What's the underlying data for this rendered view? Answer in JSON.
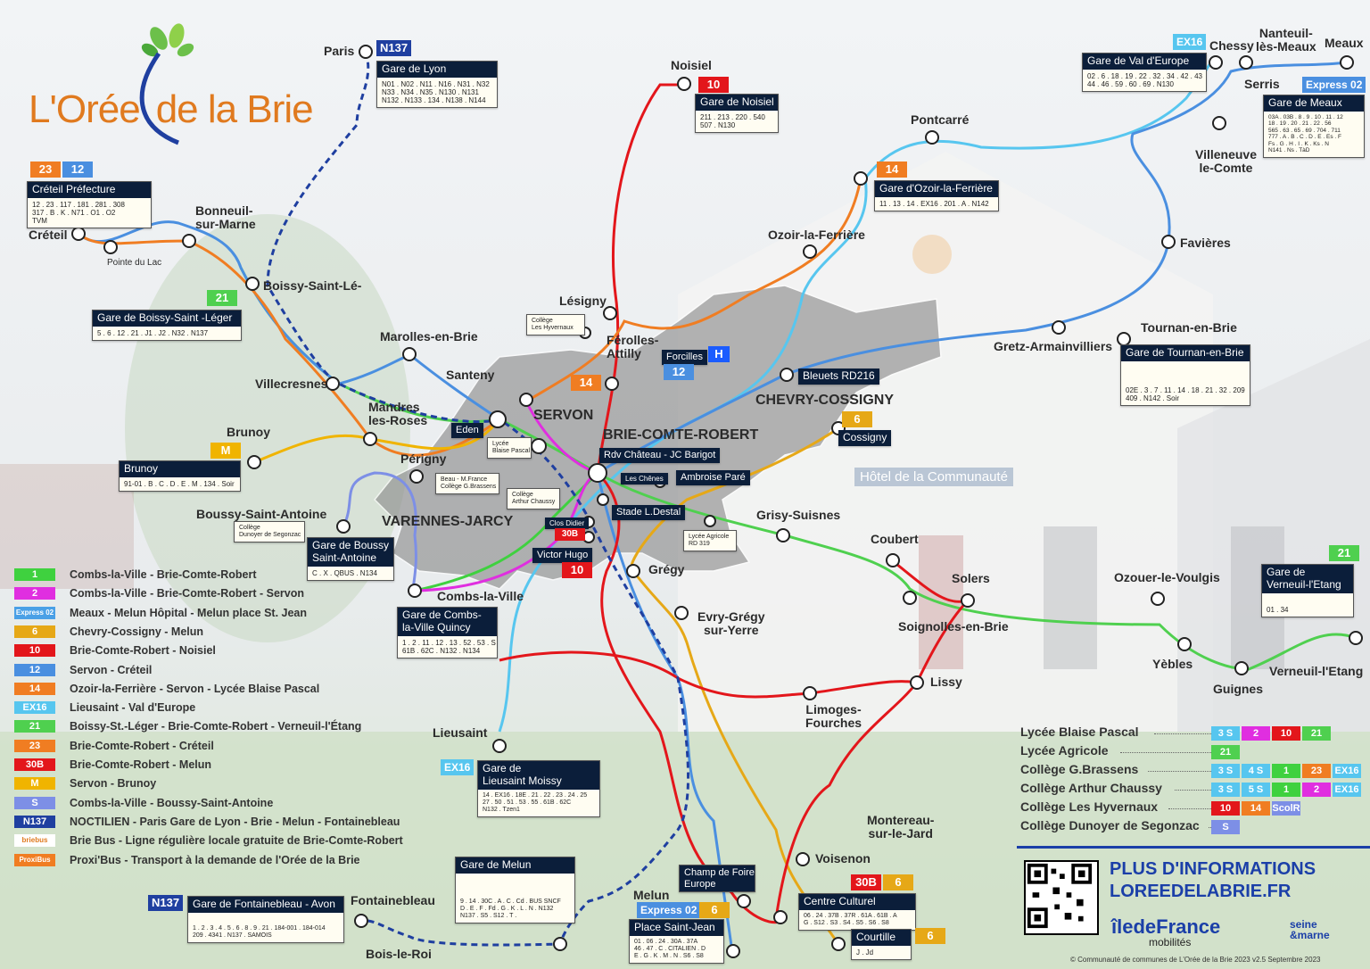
{
  "logo": {
    "text_a": "L'Orée",
    "text_b": "de la Brie"
  },
  "building_sign": "Hôtel de la Communauté",
  "towns": {
    "paris": "Paris",
    "creteil": "Créteil",
    "pointe_du_lac": "Pointe du Lac",
    "bonneuil": "Bonneuil-\nsur-Marne",
    "boissy": "Boissy-Saint-Lé-",
    "villecresnes": "Villecresnes",
    "marolles": "Marolles-en-Brie",
    "santeny": "Santeny",
    "mandres": "Mandres\nles-Roses",
    "brunoy": "Brunoy",
    "perigny": "Périgny",
    "boussy": "Boussy-Saint-Antoine",
    "varennes": "VARENNES-JARCY",
    "combs": "Combs-la-Ville",
    "servon": "SERVON",
    "bcr": "BRIE-COMTE-ROBERT",
    "lesigny": "Lésigny",
    "ferolles": "Férolles-\nAttilly",
    "noisiel": "Noisiel",
    "pontcarre": "Pontcarré",
    "ozoir": "Ozoir-la-Ferrière",
    "chevry": "CHEVRY-COSSIGNY",
    "bleuets": "Bleuets RD216",
    "cossigny": "Cossigny",
    "gretz": "Gretz-Armainvilliers",
    "tournan": "Tournan-en-Brie",
    "favieres": "Favières",
    "villeneuve": "Villeneuve\nle-Comte",
    "chessy": "Chessy",
    "serris": "Serris",
    "nanteuil": "Nanteuil-\nlès-Meaux",
    "meaux": "Meaux",
    "grisy": "Grisy-Suisnes",
    "coubert": "Coubert",
    "solers": "Solers",
    "soignolles": "Soignolles-en-Brie",
    "ozouer": "Ozouer-le-Voulgis",
    "yebles": "Yèbles",
    "guignes": "Guignes",
    "verneuil": "Verneuil-l'Etang",
    "lissy": "Lissy",
    "limoges": "Limoges-\nFourches",
    "gregy": "Grégy",
    "evry": "Evry-Grégy\nsur-Yerre",
    "lieusaint": "Lieusaint",
    "montereau": "Montereau-\nsur-le-Jard",
    "voisenon": "Voisenon",
    "melun": "Melun",
    "fontainebleau": "Fontainebleau",
    "boisleroi": "Bois-le-Roi",
    "forcilles": "Forcilles",
    "rdv": "Rdv Château - JC Barigot",
    "ambroise": "Ambroise Paré",
    "stade": "Stade L.Destal",
    "victor": "Victor Hugo",
    "eden": "Eden",
    "clos": "Clos Didier",
    "chenes": "Les Chênes"
  },
  "stations": {
    "lyon": {
      "title": "Gare de Lyon",
      "lines": "N01 . N02 . N11 . N16 . N31 . N32\nN33 . N34 . N35 . N130 . N131\nN132 . N133 . 134 . N138 . N144"
    },
    "creteil": {
      "title": "Créteil Préfecture",
      "lines": "12 . 23 . 117 . 181 . 281 . 308\n317 . B . K . N71 . O1 . O2\nTVM"
    },
    "boissy": {
      "title": "Gare de Boissy-Saint -Léger",
      "lines": "5 . 6 . 12 . 21 . J1 . J2 . N32 . N137"
    },
    "brunoy": {
      "title": "Brunoy",
      "lines": "91-01 . B . C . D . E . M . 134 . Soir"
    },
    "boussy": {
      "title": "Gare de Boussy\nSaint-Antoine",
      "lines": "C . X . QBUS . N134"
    },
    "combs": {
      "title": "Gare de Combs-\nla-Ville Quincy",
      "lines": "1 . 2 . 11 . 12 . 13 . 52 . 53 . S\n61B . 62C . N132 . N134"
    },
    "noisiel": {
      "title": "Gare de Noisiel",
      "lines": "211 . 213 . 220 . 540\n507 . N130"
    },
    "ozoir": {
      "title": "Gare d'Ozoir-la-Ferrière",
      "lines": "11 . 13 . 14 . EX16 . 201 . A . N142"
    },
    "valeurope": {
      "title": "Gare de Val d'Europe",
      "lines": "02 . 6 . 18 . 19 . 22 . 32 . 34 . 42 . 43\n44 . 46 . 59 . 60 . 69 . N130"
    },
    "meaux": {
      "title": "Gare de Meaux",
      "lines": "03A . 03B . 8 . 9 . 10 . 11 . 12\n18 . 19 . 20 . 21 . 22 . 56\n565 . 63 . 65 . 69 . 704 . 711\n777 . A . B . C . D . E . Es . F\nFs . G . H . I . K . Ks . N\nN141 . Ns . TàD"
    },
    "tournan": {
      "title": "Gare de Tournan-en-Brie",
      "lines": "02E . 3 . 7 . 11 . 14 . 18 . 21 . 32 . 209\n409 . N142 . Soir"
    },
    "verneuil": {
      "title": "Gare de\nVerneuil-l'Etang",
      "lines": "01 . 34"
    },
    "lieusaint": {
      "title": "Gare de\nLieusaint Moissy",
      "lines": "14 . EX16 . 18E . 21 . 22 . 23 . 24 . 25\n27 . 50 . 51 . 53 . 55 . 61B . 62C\nN132 . Tzen1"
    },
    "melun": {
      "title": "Gare de Melun",
      "lines": "9 . 14 . 30C . A . C . Cd . BUS SNCF\nD . E . F . Fd . G . K . L . N . N132\nN137 . S5 . S12 . T ."
    },
    "fontainebleau": {
      "title": "Gare de Fontainebleau - Avon",
      "lines": "1 . 2 . 3 . 4 . 5 . 6 . 8 . 9 . 21 . 184-001 . 184-014\n209 . 4341 . N137 . SAMOIS"
    },
    "saintjean": {
      "title": "Place Saint-Jean",
      "lines": "01 . 06 . 24 . 30A . 37A\n46 . 47 . C . CITALIEN . D\nE . G . K . M . N . S6 . S8"
    },
    "champ": {
      "title": "Champ de Foire\nEurope",
      "lines": ""
    },
    "culturel": {
      "title": "Centre Culturel",
      "lines": "06 . 24 . 37B . 37R . 61A . 61B . A\nG . S12 . S3 . S4 . S5 . S6 . S8"
    },
    "courtille": {
      "title": "Courtille",
      "lines": "J . Jd"
    },
    "college_hyv": {
      "title": "Collège\nLes Hyvernaux",
      "lines": ""
    },
    "college_dunoyer": {
      "title": "Collège\nDunoyer de Segonzac",
      "lines": ""
    },
    "lycee_bp": {
      "title": "Lycée\nBlaise Pascal",
      "lines": ""
    },
    "lycee_agri": {
      "title": "Lycée Agricole\nRD 319",
      "lines": ""
    },
    "beau": {
      "title": "Beau - M.France\nCollège G.Brassens",
      "lines": ""
    },
    "college_ac": {
      "title": "Collège\nArthur Chaussy",
      "lines": ""
    }
  },
  "badges": {
    "n137_paris": "N137",
    "l23": "23",
    "l12": "12",
    "l21": "21",
    "l10": "10",
    "l14": "14",
    "l6": "6",
    "ex16": "EX16",
    "express02": "Express 02",
    "lM": "M",
    "l30b": "30B",
    "n137_f": "N137",
    "ex16_l": "EX16",
    "express02_m": "Express 02",
    "l6_m": "6",
    "l6_c": "6",
    "l30b_c": "30B",
    "l6_cc": "6",
    "l21_v": "21",
    "l10_v": "10",
    "l12_f": "12",
    "l14_s": "14",
    "h": "H"
  },
  "legend": [
    {
      "code": "1",
      "color": "#3fd13f",
      "text": "Combs-la-Ville - Brie-Comte-Robert"
    },
    {
      "code": "2",
      "color": "#e02ee0",
      "text": "Combs-la-Ville - Brie-Comte-Robert - Servon"
    },
    {
      "code": "Express 02",
      "color": "#4aa0e6",
      "text": "Meaux - Melun Hôpital - Melun place St. Jean"
    },
    {
      "code": "6",
      "color": "#e6a817",
      "text": "Chevry-Cossigny - Melun"
    },
    {
      "code": "10",
      "color": "#e3161b",
      "text": "Brie-Comte-Robert - Noisiel"
    },
    {
      "code": "12",
      "color": "#4a8fe0",
      "text": "Servon - Créteil"
    },
    {
      "code": "14",
      "color": "#f07d22",
      "text": "Ozoir-la-Ferrière - Servon - Lycée Blaise Pascal"
    },
    {
      "code": "EX16",
      "color": "#57c6ef",
      "text": "Lieusaint - Val d'Europe"
    },
    {
      "code": "21",
      "color": "#4fd04f",
      "text": "Boissy-St.-Léger - Brie-Comte-Robert - Verneuil-l'Étang"
    },
    {
      "code": "23",
      "color": "#f07d22",
      "text": "Brie-Comte-Robert - Créteil"
    },
    {
      "code": "30B",
      "color": "#e3161b",
      "text": "Brie-Comte-Robert - Melun"
    },
    {
      "code": "M",
      "color": "#f0b400",
      "text": "Servon - Brunoy"
    },
    {
      "code": "S",
      "color": "#7d8fe6",
      "text": "Combs-la-Ville - Boussy-Saint-Antoine"
    },
    {
      "code": "N137",
      "color": "#1f3fa0",
      "text": "NOCTILIEN - Paris Gare de Lyon - Brie - Melun - Fontainebleau"
    },
    {
      "code": "briebus",
      "color": "#ffffff",
      "text": "Brie Bus - Ligne régulière locale gratuite de Brie-Comte-Robert"
    },
    {
      "code": "ProxiBus",
      "color": "#f07d22",
      "text": "Proxi'Bus - Transport à la demande de l'Orée de la Brie"
    }
  ],
  "schools": [
    {
      "name": "Lycée Blaise Pascal",
      "badges": [
        {
          "t": "3 S",
          "c": "#57c6ef"
        },
        {
          "t": "2",
          "c": "#e02ee0"
        },
        {
          "t": "10",
          "c": "#e3161b"
        },
        {
          "t": "21",
          "c": "#4fd04f"
        }
      ]
    },
    {
      "name": "Lycée Agricole",
      "badges": [
        {
          "t": "21",
          "c": "#4fd04f"
        }
      ]
    },
    {
      "name": "Collège G.Brassens",
      "badges": [
        {
          "t": "3 S",
          "c": "#57c6ef"
        },
        {
          "t": "4 S",
          "c": "#57c6ef"
        },
        {
          "t": "1",
          "c": "#3fd13f"
        },
        {
          "t": "23",
          "c": "#f07d22"
        },
        {
          "t": "EX16",
          "c": "#57c6ef"
        }
      ]
    },
    {
      "name": "Collège Arthur Chaussy",
      "badges": [
        {
          "t": "3 S",
          "c": "#57c6ef"
        },
        {
          "t": "5 S",
          "c": "#57c6ef"
        },
        {
          "t": "1",
          "c": "#3fd13f"
        },
        {
          "t": "2",
          "c": "#e02ee0"
        },
        {
          "t": "EX16",
          "c": "#57c6ef"
        }
      ]
    },
    {
      "name": "Collège Les Hyvernaux",
      "badges": [
        {
          "t": "10",
          "c": "#e3161b"
        },
        {
          "t": "14",
          "c": "#f07d22"
        },
        {
          "t": "ScolR",
          "c": "#7d8fe6"
        }
      ]
    },
    {
      "name": "Collège Dunoyer de Segonzac",
      "badges": [
        {
          "t": "S",
          "c": "#7d8fe6"
        }
      ]
    }
  ],
  "info": {
    "line1": "PLUS D'INFORMATIONS",
    "line2": "LOREEDELABRIE.FR",
    "idf": "îledeFrance",
    "idf_sub": "mobilités",
    "sm": "seine\n&marne"
  },
  "copyright": "© Communauté de communes de L'Orée de la Brie 2023 v2.5 Septembre 2023",
  "colors": {
    "red": "#e3161b",
    "orange": "#f07d22",
    "blue": "#4a8fe0",
    "lightblue": "#57c6ef",
    "green": "#3fd13f",
    "magenta": "#e02ee0",
    "yellow": "#e6a817",
    "navy": "#1f3fa0",
    "gray": "#9a9a9a"
  }
}
